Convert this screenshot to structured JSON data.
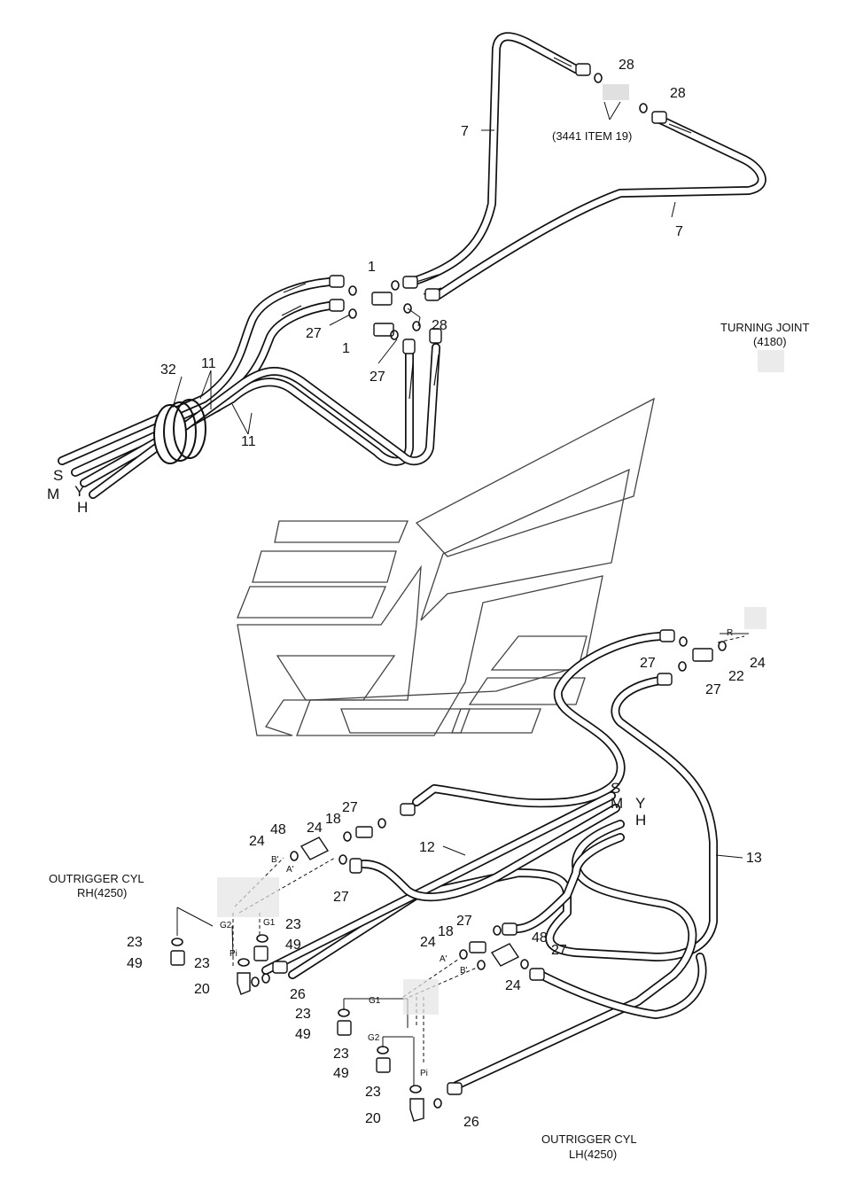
{
  "part_labels": {
    "p28a": "28",
    "p28b": "28",
    "p7a": "7",
    "p7b": "7",
    "p1a": "1",
    "p1b": "1",
    "p27a": "27",
    "p27b": "27",
    "p28c": "28",
    "p32": "32",
    "p11a": "11",
    "p11b": "11",
    "p27c": "27",
    "p22": "22",
    "p24a": "24",
    "p27d": "27",
    "p13": "13",
    "p12": "12",
    "p48a": "48",
    "p24b": "24",
    "p18a": "18",
    "p27e": "27",
    "p27f": "27",
    "p23a": "23",
    "p49a": "49",
    "p23b": "23",
    "p49b": "49",
    "p23c": "23",
    "p20a": "20",
    "p26a": "26",
    "p27g": "27",
    "p18b": "18",
    "p24c": "24",
    "p48b": "48",
    "p27h": "27",
    "p24d": "24",
    "p23d": "23",
    "p49c": "49",
    "p23e": "23",
    "p49d": "49",
    "p23f": "23",
    "p20b": "20",
    "p26b": "26"
  },
  "line_letters": {
    "top": [
      "S",
      "M",
      "Y",
      "H"
    ],
    "bottom": [
      "S",
      "M",
      "Y",
      "H"
    ]
  },
  "port_labels": {
    "r": "R",
    "b_prime_a": "B'",
    "a_prime_a": "A'",
    "g2_a": "G2",
    "g1_a": "G1",
    "pi_a": "Pi",
    "a_prime_b": "A'",
    "b_prime_b": "B'",
    "g1_b": "G1",
    "g2_b": "G2",
    "pi_b": "Pi"
  },
  "notes": {
    "item_ref": "(3441 ITEM 19)",
    "turning_joint": [
      "TURNING JOINT",
      "(4180)"
    ],
    "outrigger_rh": [
      "OUTRIGGER CYL",
      "RH(4250)"
    ],
    "outrigger_lh": [
      "OUTRIGGER CYL",
      "LH(4250)"
    ]
  }
}
